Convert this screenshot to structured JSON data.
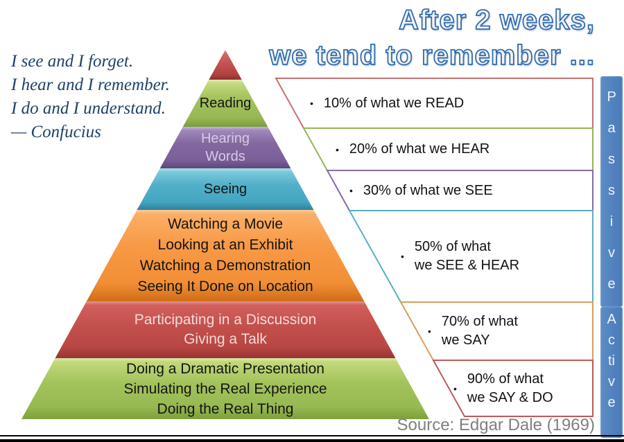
{
  "title": {
    "line1": "After 2 weeks,",
    "line2": "we tend to remember ..."
  },
  "quote": {
    "lines": [
      "I see and I forget.",
      "I hear and I remember.",
      "I do and I understand.",
      "— Confucius"
    ]
  },
  "pyramid": {
    "layers": [
      {
        "name": "apex",
        "color": "#c0504d",
        "lines": []
      },
      {
        "name": "reading",
        "color": "#9bbb59",
        "lines": [
          "Reading"
        ]
      },
      {
        "name": "hearing-words",
        "color": "#8064a2",
        "lines": [
          "Hearing",
          "Words"
        ]
      },
      {
        "name": "seeing",
        "color": "#4bacc6",
        "lines": [
          "Seeing"
        ]
      },
      {
        "name": "watching",
        "color": "#f79646",
        "lines": [
          "Watching a Movie",
          "Looking at an Exhibit",
          "Watching a Demonstration",
          "Seeing It Done on Location"
        ]
      },
      {
        "name": "participating",
        "color": "#c0504d",
        "lines": [
          "Participating in a Discussion",
          "Giving a Talk"
        ]
      },
      {
        "name": "doing",
        "color": "#9bbb59",
        "lines": [
          "Doing a Dramatic Presentation",
          "Simulating the Real Experience",
          "Doing the Real Thing"
        ]
      }
    ]
  },
  "panel": {
    "rows": [
      {
        "bullet": "•",
        "lines": [
          "10% of what we READ"
        ],
        "border_color": "#c4706e"
      },
      {
        "bullet": "•",
        "lines": [
          "20% of what we HEAR"
        ],
        "border_color": "#94b456"
      },
      {
        "bullet": "•",
        "lines": [
          "30% of what we SEE"
        ],
        "border_color": "#8769a6"
      },
      {
        "bullet": "•",
        "lines": [
          "50% of what",
          "we SEE & HEAR"
        ],
        "border_color": "#58adc5"
      },
      {
        "bullet": "•",
        "lines": [
          "70% of what",
          "we SAY"
        ],
        "border_color": "#dd9b5b"
      },
      {
        "bullet": "•",
        "lines": [
          "90% of what",
          "we SAY & DO"
        ],
        "border_color": "#bb5a56"
      }
    ]
  },
  "sidebar": {
    "passive_label": "Passive",
    "active_label": "Active",
    "color": "#4f81bd"
  },
  "source": "Source: Edgar Dale (1969)"
}
